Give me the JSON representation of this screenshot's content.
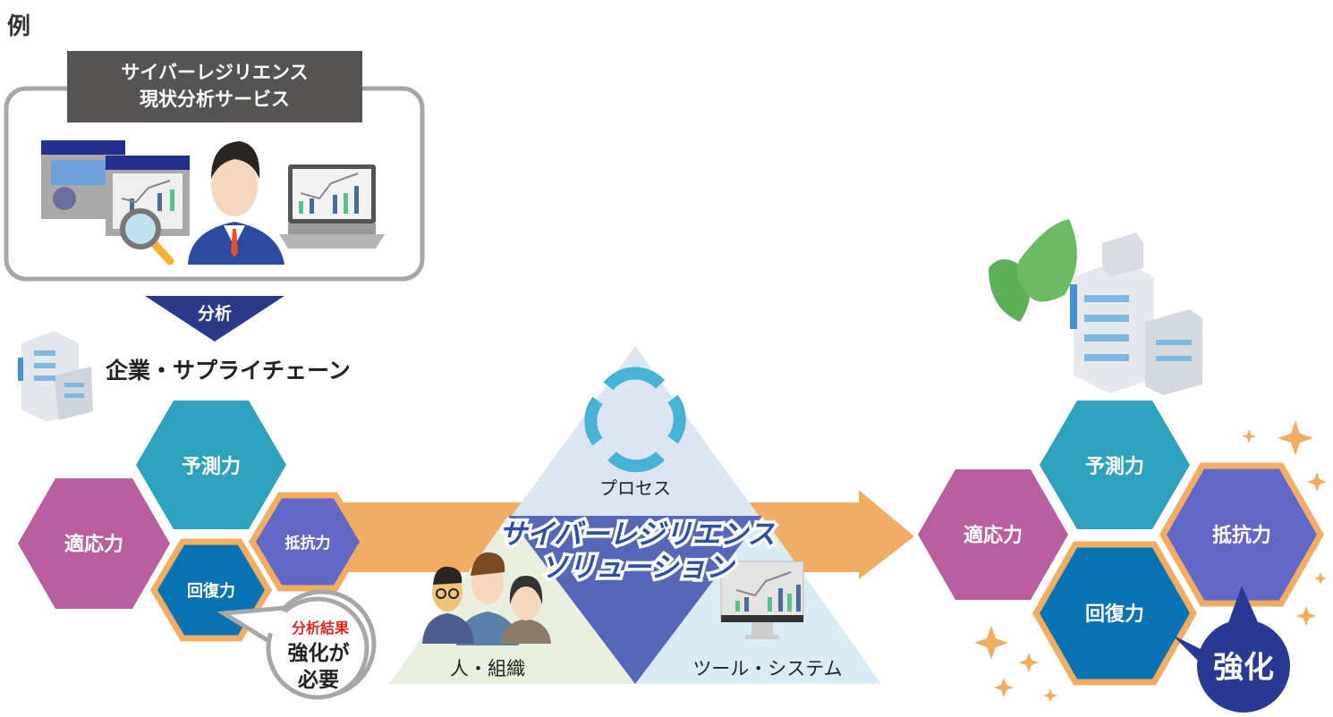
{
  "example_label": "例",
  "service_box": {
    "title_line1": "サイバーレジリエンス",
    "title_line2": "現状分析サービス"
  },
  "analysis_arrow_label": "分析",
  "company_label": "企業・サプライチェーン",
  "left_hexes": {
    "predict": "予測力",
    "adapt": "適応力",
    "recover": "回復力",
    "resist": "抵抗力"
  },
  "bubble": {
    "line1": "分析結果",
    "line2": "強化が",
    "line3": "必要"
  },
  "triangle": {
    "process": "プロセス",
    "people": "人・組織",
    "tools": "ツール・システム"
  },
  "solution": {
    "line1": "サイバーレジリエンス",
    "line2": "ソリューション"
  },
  "right_hexes": {
    "predict": "予測力",
    "adapt": "適応力",
    "recover": "回復力",
    "resist": "抵抗力"
  },
  "strengthen_badge": "強化",
  "colors": {
    "teal": "#2fa3bd",
    "magenta": "#b95fa0",
    "blue": "#0a71b2",
    "violet": "#6467c4",
    "orange": "#efae63",
    "navy": "#2a3a92"
  }
}
